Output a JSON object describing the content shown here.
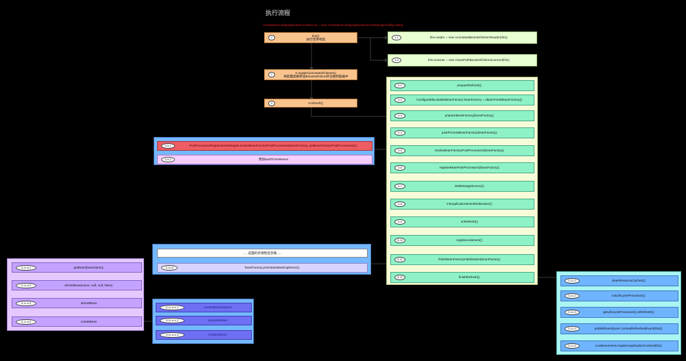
{
  "title": "执行流程",
  "subtitle": "AnnotationConfigApplicationContext ac = new AnnotationConfigApplicationContext(AppConfig.class);",
  "main_steps": [
    {
      "badge": "1",
      "text": "this();",
      "text2": "执行空参构造"
    },
    {
      "badge": "2",
      "text": "2.register(annotatedClasses);",
      "text2": "将配置类解析成BeanDefinition并注册到容器中"
    },
    {
      "badge": "3",
      "text": "3.refresh();",
      "text2": ""
    }
  ],
  "constructor_steps": [
    {
      "badge": "1-1",
      "text": "this.reader = new AnnotatedBeanDefinitionReader(this);"
    },
    {
      "badge": "1-2",
      "text": "this.scanner = new ClassPathBeanDefinitionScanner(this);"
    }
  ],
  "refresh_steps": [
    {
      "badge": "3-1",
      "text": "prepareRefresh();"
    },
    {
      "badge": "3-2",
      "text": "ConfigurableListableBeanFactory beanFactory = obtainFreshBeanFactory();"
    },
    {
      "badge": "3-3",
      "text": "prepareBeanFactory(beanFactory);"
    },
    {
      "badge": "3-4",
      "text": "postProcessBeanFactory(beanFactory);"
    },
    {
      "badge": "3-5",
      "text": "invokeBeanFactoryPostProcessors(beanFactory);"
    },
    {
      "badge": "3-6",
      "text": "registerBeanPostProcessors(beanFactory);"
    },
    {
      "badge": "3-7",
      "text": "initMessageSource();"
    },
    {
      "badge": "3-8",
      "text": "initApplicationEventMulticaster();"
    },
    {
      "badge": "3-9",
      "text": "onRefresh();"
    },
    {
      "badge": "3-10",
      "text": "registerListeners();"
    },
    {
      "badge": "3-11",
      "text": "finishBeanFactoryInitialization(beanFactory);"
    },
    {
      "badge": "3-12",
      "text": "finishRefresh();"
    }
  ],
  "invoke_steps": [
    {
      "badge": "3-5-1",
      "text": "PostProcessorRegistrationDelegate.invokeBeanFactoryPostProcessors(beanFactory, getBeanFactoryPostProcessors());"
    },
    {
      "badge": "3-5-2",
      "text": "添加loadTimeWeaver"
    }
  ],
  "finish_init": {
    "note": "......前面的步骤暂且忽略......",
    "step": {
      "badge": "3-11-6",
      "text": "beanFactory.preInstantiateSingletons();"
    }
  },
  "get_bean_steps": [
    {
      "badge": "3-11-6-1",
      "text": "getBean(beanName);"
    },
    {
      "badge": "3-11-6-2",
      "text": "doGetBean(name, null, null, false);"
    },
    {
      "badge": "3-11-6-3",
      "text": "doGetBean"
    },
    {
      "badge": "3-11-6-4",
      "text": "createBean"
    }
  ],
  "create_bean_steps": [
    {
      "badge": "3-11-6-4-1",
      "text": "createBeanInstance"
    },
    {
      "badge": "3-11-6-4-2",
      "text": "populateBean"
    },
    {
      "badge": "3-11-6-4-3",
      "text": "initializeBean"
    }
  ],
  "finish_refresh_steps": [
    {
      "badge": "3-12-1",
      "text": "clearResourceCaches();"
    },
    {
      "badge": "3-12-2",
      "text": "initLifecycleProcessor();"
    },
    {
      "badge": "3-12-3",
      "text": "getLifecycleProcessor().onRefresh();"
    },
    {
      "badge": "3-12-4",
      "text": "publishEvent(new ContextRefreshedEvent(this));"
    },
    {
      "badge": "3-12-5",
      "text": "LiveBeansView.registerApplicationContext(this);"
    }
  ]
}
